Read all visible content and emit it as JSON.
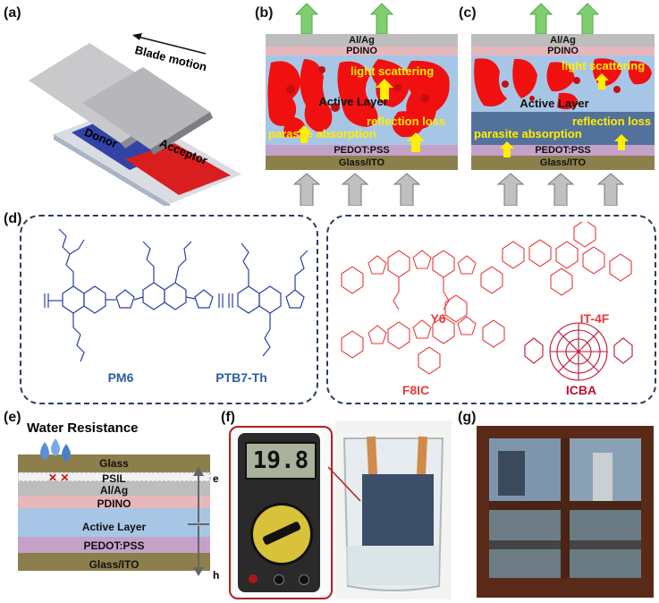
{
  "panels": {
    "a": "(a)",
    "b": "(b)",
    "c": "(c)",
    "d": "(d)",
    "e": "(e)",
    "f": "(f)",
    "g": "(g)"
  },
  "a": {
    "blade": "Blade motion",
    "donor": "Donor",
    "acceptor": "Acceptor"
  },
  "b": {
    "al_ag": "Al/Ag",
    "pdino": "PDINO",
    "active": "Active Layer",
    "pedot": "PEDOT:PSS",
    "glass": "Glass/ITO",
    "light_scattering": "light scattering",
    "reflection_loss": "reflection loss",
    "parasite_absorption": "parasite absorption"
  },
  "c": {
    "al_ag": "Al/Ag",
    "pdino": "PDINO",
    "active": "Active Layer",
    "pedot": "PEDOT:PSS",
    "glass": "Glass/ITO",
    "light_scattering": "light scattering",
    "reflection_loss": "reflection loss",
    "parasite_absorption": "parasite absorption"
  },
  "d": {
    "donors": [
      "PM6",
      "PTB7-Th"
    ],
    "acceptors": [
      "Y6",
      "IT-4F",
      "F8IC",
      "ICBA"
    ]
  },
  "e": {
    "title": "Water Resistance",
    "glass": "Glass",
    "psil": "PSIL",
    "al_ag": "Al/Ag",
    "pdino": "PDINO",
    "active": "Active Layer",
    "pedot": "PEDOT:PSS",
    "glass_ito": "Glass/ITO",
    "electron": "e",
    "hole": "h"
  },
  "f": {
    "reading": "19.8"
  },
  "colors": {
    "donor_blue": "#2a3fa0",
    "acceptor_red": "#e83a3a",
    "active_red": "#f01010",
    "layer_blue": "#a7c6e6",
    "glass": "#8d7f4c",
    "pdino": "#e8b7bc",
    "pedot": "#c4a2c8",
    "grey": "#bdbdbd",
    "green_arrow": "#7fcf6e"
  }
}
